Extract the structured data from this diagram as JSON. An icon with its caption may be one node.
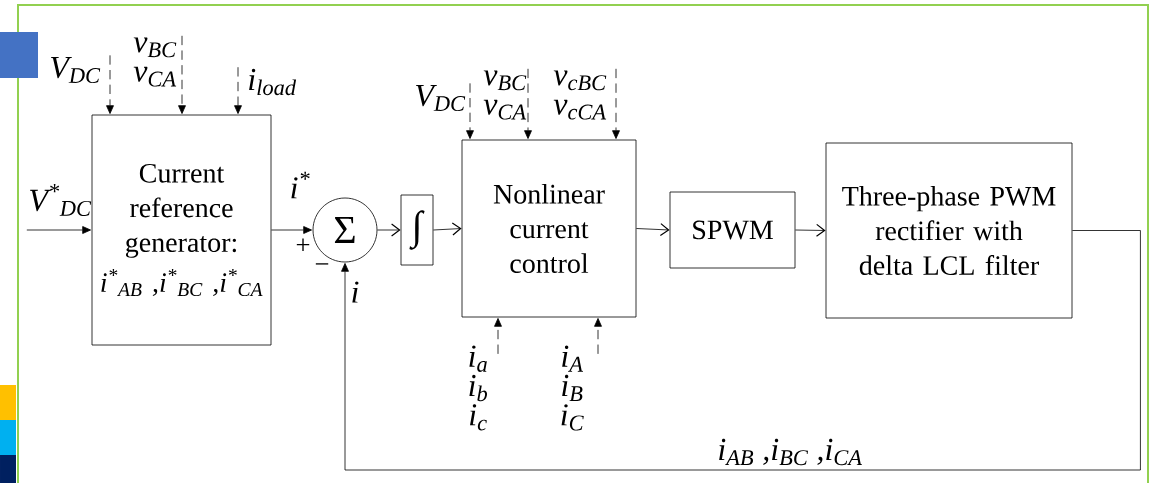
{
  "diagram": {
    "nodes": [
      {
        "text": [
          "Current reference generator:",
          "i$^{*}$$_{AB}$ ,i$^{*}$$_{BC}$ ,i$^{*}$$_{CA}$"
        ]
      },
      {
        "text": [
          "Σ"
        ]
      },
      {
        "text": [
          "∫"
        ]
      },
      {
        "text": [
          "Nonlinear current control"
        ]
      },
      {
        "text": [
          "SPWM"
        ]
      },
      {
        "text": [
          "Three-phase PWM rectifier with delta LCL filter"
        ]
      },
      {
        "text": [
          "V$_{DC}$"
        ]
      },
      {
        "text": [
          "v$_{BC}$",
          "v$_{CA}$"
        ]
      },
      {
        "text": [
          "i$_{load}$"
        ]
      },
      {
        "text": [
          "V$^{*}$$_{DC}$"
        ]
      },
      {
        "text": [
          "V$_{DC}$"
        ]
      },
      {
        "text": [
          "v$_{BC}$",
          "v$_{CA}$"
        ]
      },
      {
        "text": [
          "v$_{cBC}$",
          "v$_{cCA}$"
        ]
      },
      {
        "text": [
          "i$_{a}$",
          "i$_{b}$",
          "i$_{c}$"
        ]
      },
      {
        "text": [
          "i$_{A}$",
          "i$_{B}$",
          "i$_{C}$"
        ]
      }
    ],
    "edges": [
      {
        "from": 6,
        "to": 0,
        "arrow": "to",
        "style": "dashed"
      },
      {
        "from": 7,
        "to": 0,
        "arrow": "to",
        "style": "dashed"
      },
      {
        "from": 8,
        "to": 0,
        "arrow": "to",
        "style": "dashed"
      },
      {
        "from": 9,
        "to": 0,
        "arrow": "to"
      },
      {
        "from": 0,
        "to": 1,
        "arrow": "to",
        "label": "i$^{*}$"
      },
      {
        "from": 1,
        "to": 2,
        "arrow": "to"
      },
      {
        "from": 2,
        "to": 3,
        "arrow": "to"
      },
      {
        "from": 3,
        "to": 4,
        "arrow": "to"
      },
      {
        "from": 4,
        "to": 5,
        "arrow": "to"
      },
      {
        "from": 5,
        "to": 1,
        "arrow": "to",
        "label": "i$_{AB}$ ,i$_{BC}$ ,i$_{CA}$"
      },
      {
        "from": 10,
        "to": 3,
        "arrow": "to",
        "style": "dashed"
      },
      {
        "from": 11,
        "to": 3,
        "arrow": "to",
        "style": "dashed"
      },
      {
        "from": 12,
        "to": 3,
        "arrow": "to",
        "style": "dashed"
      },
      {
        "from": 13,
        "to": 3,
        "arrow": "to",
        "style": "dashed"
      },
      {
        "from": 14,
        "to": 3,
        "arrow": "to",
        "style": "dashed"
      }
    ],
    "labels": [
      "+",
      "−",
      "i"
    ]
  }
}
